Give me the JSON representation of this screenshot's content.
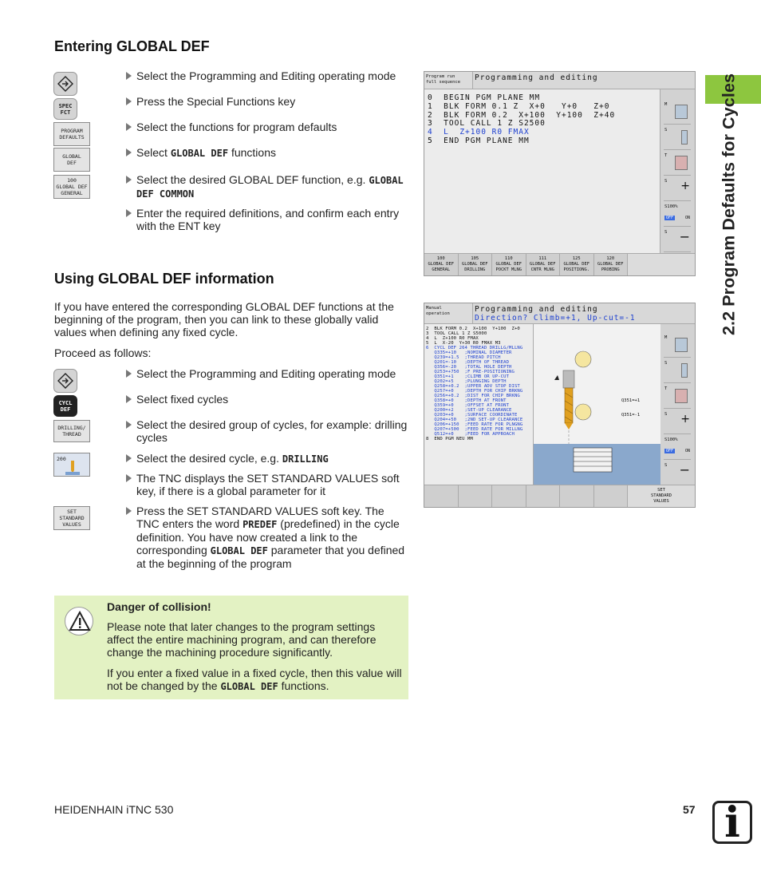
{
  "sidebar": {
    "chapter_title": "2.2 Program Defaults for Cycles"
  },
  "section1": {
    "heading": "Entering GLOBAL DEF",
    "keys": {
      "prog_edit": "",
      "spec_fct": [
        "SPEC",
        "FCT"
      ],
      "program_defaults": [
        "PROGRAM",
        "DEFAULTS"
      ],
      "global_def": [
        "GLOBAL",
        "DEF"
      ],
      "global_def_general": [
        "100",
        "GLOBAL DEF",
        "GENERAL"
      ]
    },
    "steps": [
      {
        "pre": "Select the Programming and Editing operating mode"
      },
      {
        "pre": "Press the Special Functions key"
      },
      {
        "pre": "Select the functions for program defaults"
      },
      {
        "pre": "Select ",
        "code": "GLOBAL DEF",
        "post": " functions"
      },
      {
        "pre": "Select the desired GLOBAL DEF function, e.g. ",
        "code": "GLOBAL DEF COMMON"
      },
      {
        "pre": "Enter the required definitions, and confirm each entry with the ENT key"
      }
    ]
  },
  "section2": {
    "heading": "Using GLOBAL DEF information",
    "intro": "If you have entered the corresponding GLOBAL DEF functions at the beginning of the program, then you can link to these globally valid values when defining any fixed cycle.",
    "proceed": "Proceed as follows:",
    "keys": {
      "cycl_def": [
        "CYCL",
        "DEF"
      ],
      "drilling_thread": [
        "DRILLING/",
        "THREAD"
      ],
      "cycle_200": "200",
      "set_standard_values": [
        "SET",
        "STANDARD",
        "VALUES"
      ]
    },
    "steps": [
      {
        "pre": "Select the Programming and Editing operating mode"
      },
      {
        "pre": "Select fixed cycles"
      },
      {
        "pre": "Select the desired group of cycles, for example: drilling cycles"
      },
      {
        "pre": "Select the desired cycle, e.g. ",
        "code": "DRILLING"
      },
      {
        "pre": "The TNC displays the SET STANDARD VALUES soft key, if there is a global parameter for it"
      },
      {
        "pre": "Press the SET STANDARD VALUES soft key. The TNC enters the word ",
        "code": "PREDEF",
        "post": " (predefined) in the cycle definition. You have now created a link to the corresponding ",
        "code2": "GLOBAL DEF",
        "post2": " parameter that you defined at the beginning of the program"
      }
    ]
  },
  "screen1": {
    "mode_left": [
      "Program run",
      "full sequence"
    ],
    "mode_right": "Programming and editing",
    "program_lines": [
      "0  BEGIN PGM PLANE MM",
      "1  BLK FORM 0.1 Z  X+0   Y+0   Z+0",
      "2  BLK FORM 0.2  X+100  Y+100  Z+40",
      "3  TOOL CALL 1 Z S2500",
      "4  L  Z+100 R0 FMAX",
      "5  END PGM PLANE MM"
    ],
    "side_labels": [
      "M",
      "S",
      "T",
      "S",
      "S100%",
      "S"
    ],
    "off_on": [
      "OFF",
      "ON"
    ],
    "softkeys": [
      [
        "100",
        "GLOBAL DEF",
        "GENERAL"
      ],
      [
        "105",
        "GLOBAL DEF",
        "DRILLING"
      ],
      [
        "110",
        "GLOBAL DEF",
        "POCKT MLNG"
      ],
      [
        "111",
        "GLOBAL DEF",
        "CNTR MLNG"
      ],
      [
        "125",
        "GLOBAL DEF",
        "POSITIONG."
      ],
      [
        "120",
        "GLOBAL DEF",
        "PROBING"
      ],
      [
        ""
      ]
    ]
  },
  "screen2": {
    "mode_left": [
      "Manual",
      "operation"
    ],
    "mode_right": "Programming and editing",
    "dialog": "Direction? Climb=+1, Up-cut=-1",
    "program_lines": [
      "2  BLK FORM 0.2  X+100  Y+100  Z+0",
      "3  TOOL CALL 1 Z S5000",
      "4  L  Z+100 R0 FMAX",
      "5  L  X-20  Y+30 R0 FMAX M3",
      "6  CYCL DEF 264 THREAD DRILLG/MLLNG",
      "   Q335=+10   ;NOMINAL DIAMETER",
      "   Q239=+1.5  ;THREAD PITCH",
      "   Q201=-10   ;DEPTH OF THREAD",
      "   Q356=-20   ;TOTAL HOLE DEPTH",
      "   Q253=+750  ;F PRE-POSITIONING",
      "   Q351=+1    ;CLIMB OR UP-CUT",
      "   Q202=+5    ;PLUNGING DEPTH",
      "   Q258=+0.2  ;UPPER ADV STOP DIST",
      "   Q257=+0    ;DEPTH FOR CHIP BRKNG",
      "   Q256=+0.2  ;DIST FOR CHIP BRKNG",
      "   Q358=+0    ;DEPTH AT FRONT",
      "   Q359=+0    ;OFFSET AT FRONT",
      "   Q200=+2    ;SET-UP CLEARANCE",
      "   Q203=+0    ;SURFACE COORDINATE",
      "   Q204=+50   ;2ND SET-UP CLEARANCE",
      "   Q206=+150  ;FEED RATE FOR PLNGNG",
      "   Q207=+500  ;FEED RATE FOR MILLNG",
      "   Q512=+0    ;FEED FOR APPROACH",
      "8  END PGM NEU MM"
    ],
    "help_labels": [
      "Q351=+1",
      "Q351=-1"
    ],
    "side_labels": [
      "M",
      "S",
      "T",
      "S",
      "S100%",
      "S"
    ],
    "off_on": [
      "OFF",
      "ON"
    ],
    "softkeys": [
      [
        ""
      ],
      [
        ""
      ],
      [
        ""
      ],
      [
        ""
      ],
      [
        ""
      ],
      [
        ""
      ],
      [
        "SET",
        "STANDARD",
        "VALUES"
      ]
    ]
  },
  "warning": {
    "title": "Danger of collision!",
    "p1": "Please note that later changes to the program settings affect the entire machining program, and can therefore change the machining procedure significantly.",
    "p2_pre": "If you enter a fixed value in a fixed cycle, then this value will not be changed by the ",
    "p2_code": "GLOBAL DEF",
    "p2_post": " functions."
  },
  "footer": {
    "left": "HEIDENHAIN iTNC 530",
    "page": "57",
    "info_icon": "i"
  }
}
